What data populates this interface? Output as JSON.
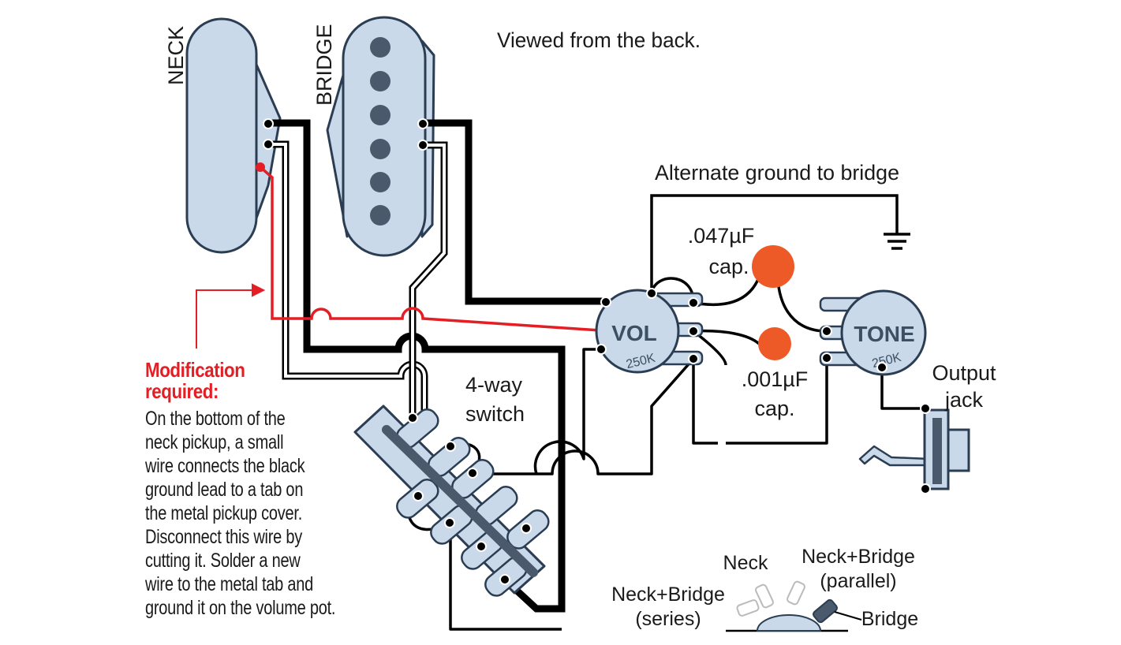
{
  "header": {
    "caption": "Viewed from the back."
  },
  "pickups": {
    "neck_label": "NECK",
    "bridge_label": "BRIDGE"
  },
  "ground": {
    "label": "Alternate ground to bridge"
  },
  "pots": {
    "volume": {
      "label": "VOL",
      "value": "250K"
    },
    "tone": {
      "label": "TONE",
      "value": "250K"
    }
  },
  "caps": {
    "cap_047": {
      "value": ".047µF",
      "unit": "cap."
    },
    "cap_001": {
      "value": ".001µF",
      "unit": "cap."
    }
  },
  "switch": {
    "line1": "4-way",
    "line2": "switch"
  },
  "jack": {
    "line1": "Output",
    "line2": "jack"
  },
  "modification": {
    "heading_line1": "Modification",
    "heading_line2": "required:",
    "body_lines": [
      "On the bottom of the",
      "neck pickup, a small",
      "wire connects the black",
      "ground lead to a tab on",
      "the metal pickup cover.",
      "Disconnect this wire by",
      "cutting it. Solder a new",
      "wire to the metal tab and",
      "ground it on the volume pot."
    ]
  },
  "positions_legend": {
    "neck": "Neck",
    "neck_bridge_parallel_line1": "Neck+Bridge",
    "neck_bridge_parallel_line2": "(parallel)",
    "neck_bridge_series_line1": "Neck+Bridge",
    "neck_bridge_series_line2": "(series)",
    "bridge": "Bridge"
  },
  "colors": {
    "part_fill": "#c9d9ea",
    "part_stroke": "#2b3d52",
    "wire_black": "#000000",
    "wire_red": "#e31e24",
    "capacitor": "#ee5a27",
    "pole_piece": "#4a5a6c"
  }
}
